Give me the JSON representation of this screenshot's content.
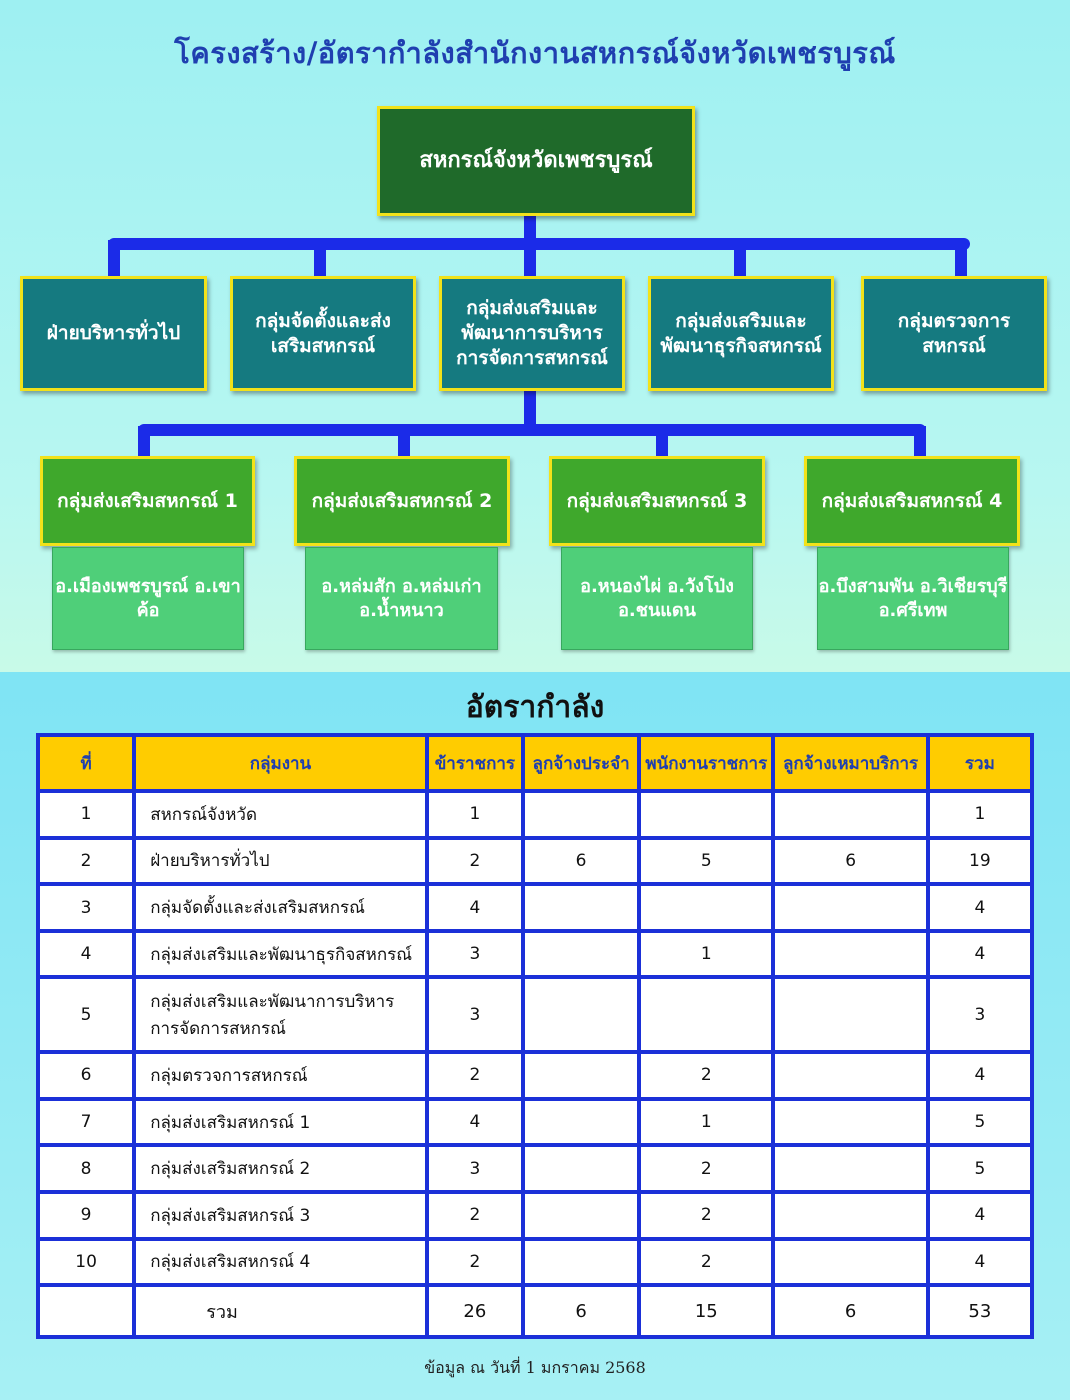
{
  "title": "โครงสร้าง/อัตรากำลังสำนักงานสหกรณ์จังหวัดเพชรบูรณ์",
  "org_chart": {
    "root": "สหกรณ์จังหวัดเพชรบูรณ์",
    "level2": [
      "ฝ่ายบริหารทั่วไป",
      "กลุ่มจัดตั้งและส่งเสริมสหกรณ์",
      "กลุ่มส่งเสริมและพัฒนาการบริหารการจัดการสหกรณ์",
      "กลุ่มส่งเสริมและพัฒนาธุรกิจสหกรณ์",
      "กลุ่มตรวจการสหกรณ์"
    ],
    "level3": [
      {
        "name": "กลุ่มส่งเสริมสหกรณ์ 1",
        "districts": "อ.เมืองเพชรบูรณ์ อ.เขาค้อ"
      },
      {
        "name": "กลุ่มส่งเสริมสหกรณ์ 2",
        "districts": "อ.หล่มสัก อ.หล่มเก่า อ.น้ำหนาว"
      },
      {
        "name": "กลุ่มส่งเสริมสหกรณ์ 3",
        "districts": "อ.หนองไผ่ อ.วังโป่ง อ.ชนแดน"
      },
      {
        "name": "กลุ่มส่งเสริมสหกรณ์ 4",
        "districts": "อ.บึงสามพัน อ.วิเชียรบุรี อ.ศรีเทพ"
      }
    ]
  },
  "table": {
    "heading": "อัตรากำลัง",
    "columns": [
      "ที่",
      "กลุ่มงาน",
      "ข้าราชการ",
      "ลูกจ้างประจำ",
      "พนักงานราชการ",
      "ลูกจ้างเหมาบริการ",
      "รวม"
    ],
    "rows": [
      {
        "no": "1",
        "group": "สหกรณ์จังหวัด",
        "civil": "1",
        "perm": "",
        "gov": "",
        "contract": "",
        "total": "1"
      },
      {
        "no": "2",
        "group": "ฝ่ายบริหารทั่วไป",
        "civil": "2",
        "perm": "6",
        "gov": "5",
        "contract": "6",
        "total": "19"
      },
      {
        "no": "3",
        "group": "กลุ่มจัดตั้งและส่งเสริมสหกรณ์",
        "civil": "4",
        "perm": "",
        "gov": "",
        "contract": "",
        "total": "4"
      },
      {
        "no": "4",
        "group": "กลุ่มส่งเสริมและพัฒนาธุรกิจสหกรณ์",
        "civil": "3",
        "perm": "",
        "gov": "1",
        "contract": "",
        "total": "4"
      },
      {
        "no": "5",
        "group": "กลุ่มส่งเสริมและพัฒนาการบริหารการจัดการสหกรณ์",
        "civil": "3",
        "perm": "",
        "gov": "",
        "contract": "",
        "total": "3"
      },
      {
        "no": "6",
        "group": "กลุ่มตรวจการสหกรณ์",
        "civil": "2",
        "perm": "",
        "gov": "2",
        "contract": "",
        "total": "4"
      },
      {
        "no": "7",
        "group": "กลุ่มส่งเสริมสหกรณ์ 1",
        "civil": "4",
        "perm": "",
        "gov": "1",
        "contract": "",
        "total": "5"
      },
      {
        "no": "8",
        "group": "กลุ่มส่งเสริมสหกรณ์ 2",
        "civil": "3",
        "perm": "",
        "gov": "2",
        "contract": "",
        "total": "5"
      },
      {
        "no": "9",
        "group": "กลุ่มส่งเสริมสหกรณ์ 3",
        "civil": "2",
        "perm": "",
        "gov": "2",
        "contract": "",
        "total": "4"
      },
      {
        "no": "10",
        "group": "กลุ่มส่งเสริมสหกรณ์ 4",
        "civil": "2",
        "perm": "",
        "gov": "2",
        "contract": "",
        "total": "4"
      }
    ],
    "total_row": {
      "label": "รวม",
      "civil": "26",
      "perm": "6",
      "gov": "15",
      "contract": "6",
      "total": "53"
    }
  },
  "footnote": "ข้อมูล ณ วันที่ 1 มกราคม 2568"
}
